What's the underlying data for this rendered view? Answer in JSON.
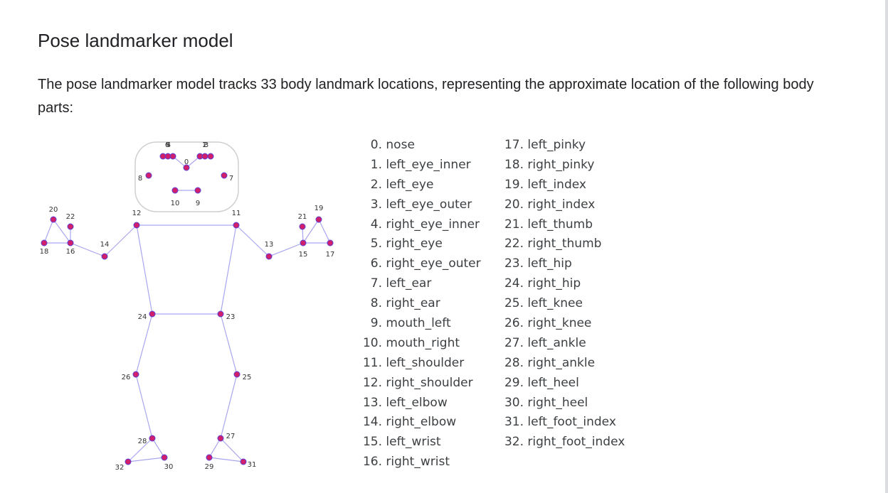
{
  "heading": "Pose landmarker model",
  "intro": "The pose landmarker model tracks 33 body landmark locations, representing the approximate location of the following body parts:",
  "colors": {
    "point": "#d21f6b",
    "point_ring": "#5b3fd6",
    "connection": "#a9a6f0",
    "face_outline": "#cfcfcf"
  },
  "landmarks_col1": [
    {
      "num": "0.",
      "name": "nose"
    },
    {
      "num": "1.",
      "name": "left_eye_inner"
    },
    {
      "num": "2.",
      "name": "left_eye"
    },
    {
      "num": "3.",
      "name": "left_eye_outer"
    },
    {
      "num": "4.",
      "name": "right_eye_inner"
    },
    {
      "num": "5.",
      "name": "right_eye"
    },
    {
      "num": "6.",
      "name": "right_eye_outer"
    },
    {
      "num": "7.",
      "name": "left_ear"
    },
    {
      "num": "8.",
      "name": "right_ear"
    },
    {
      "num": "9.",
      "name": "mouth_left"
    },
    {
      "num": "10.",
      "name": "mouth_right"
    },
    {
      "num": "11.",
      "name": "left_shoulder"
    },
    {
      "num": "12.",
      "name": "right_shoulder"
    },
    {
      "num": "13.",
      "name": "left_elbow"
    },
    {
      "num": "14.",
      "name": "right_elbow"
    },
    {
      "num": "15.",
      "name": "left_wrist"
    },
    {
      "num": "16.",
      "name": "right_wrist"
    }
  ],
  "landmarks_col2": [
    {
      "num": "17.",
      "name": "left_pinky"
    },
    {
      "num": "18.",
      "name": "right_pinky"
    },
    {
      "num": "19.",
      "name": "left_index"
    },
    {
      "num": "20.",
      "name": "right_index"
    },
    {
      "num": "21.",
      "name": "left_thumb"
    },
    {
      "num": "22.",
      "name": "right_thumb"
    },
    {
      "num": "23.",
      "name": "left_hip"
    },
    {
      "num": "24.",
      "name": "right_hip"
    },
    {
      "num": "25.",
      "name": "left_knee"
    },
    {
      "num": "26.",
      "name": "right_knee"
    },
    {
      "num": "27.",
      "name": "left_ankle"
    },
    {
      "num": "28.",
      "name": "right_ankle"
    },
    {
      "num": "29.",
      "name": "left_heel"
    },
    {
      "num": "30.",
      "name": "right_heel"
    },
    {
      "num": "31.",
      "name": "left_foot_index"
    },
    {
      "num": "32.",
      "name": "right_foot_index"
    }
  ],
  "diagram": {
    "point_labels": [
      "0",
      "1",
      "2",
      "3",
      "4",
      "5",
      "6",
      "7",
      "8",
      "9",
      "10",
      "11",
      "12",
      "13",
      "14",
      "15",
      "16",
      "17",
      "18",
      "19",
      "20",
      "21",
      "22",
      "23",
      "24",
      "25",
      "26",
      "27",
      "28",
      "29",
      "30",
      "31",
      "32"
    ],
    "connections": [
      [
        11,
        12
      ],
      [
        11,
        13
      ],
      [
        13,
        15
      ],
      [
        15,
        17
      ],
      [
        15,
        19
      ],
      [
        15,
        21
      ],
      [
        17,
        19
      ],
      [
        12,
        14
      ],
      [
        14,
        16
      ],
      [
        16,
        18
      ],
      [
        16,
        20
      ],
      [
        16,
        22
      ],
      [
        18,
        20
      ],
      [
        11,
        23
      ],
      [
        12,
        24
      ],
      [
        23,
        24
      ],
      [
        23,
        25
      ],
      [
        24,
        26
      ],
      [
        25,
        27
      ],
      [
        26,
        28
      ],
      [
        27,
        29
      ],
      [
        28,
        30
      ],
      [
        29,
        31
      ],
      [
        30,
        32
      ],
      [
        27,
        31
      ],
      [
        28,
        32
      ],
      [
        0,
        1
      ],
      [
        1,
        2
      ],
      [
        2,
        3
      ],
      [
        0,
        4
      ],
      [
        4,
        5
      ],
      [
        5,
        6
      ],
      [
        9,
        10
      ]
    ]
  }
}
